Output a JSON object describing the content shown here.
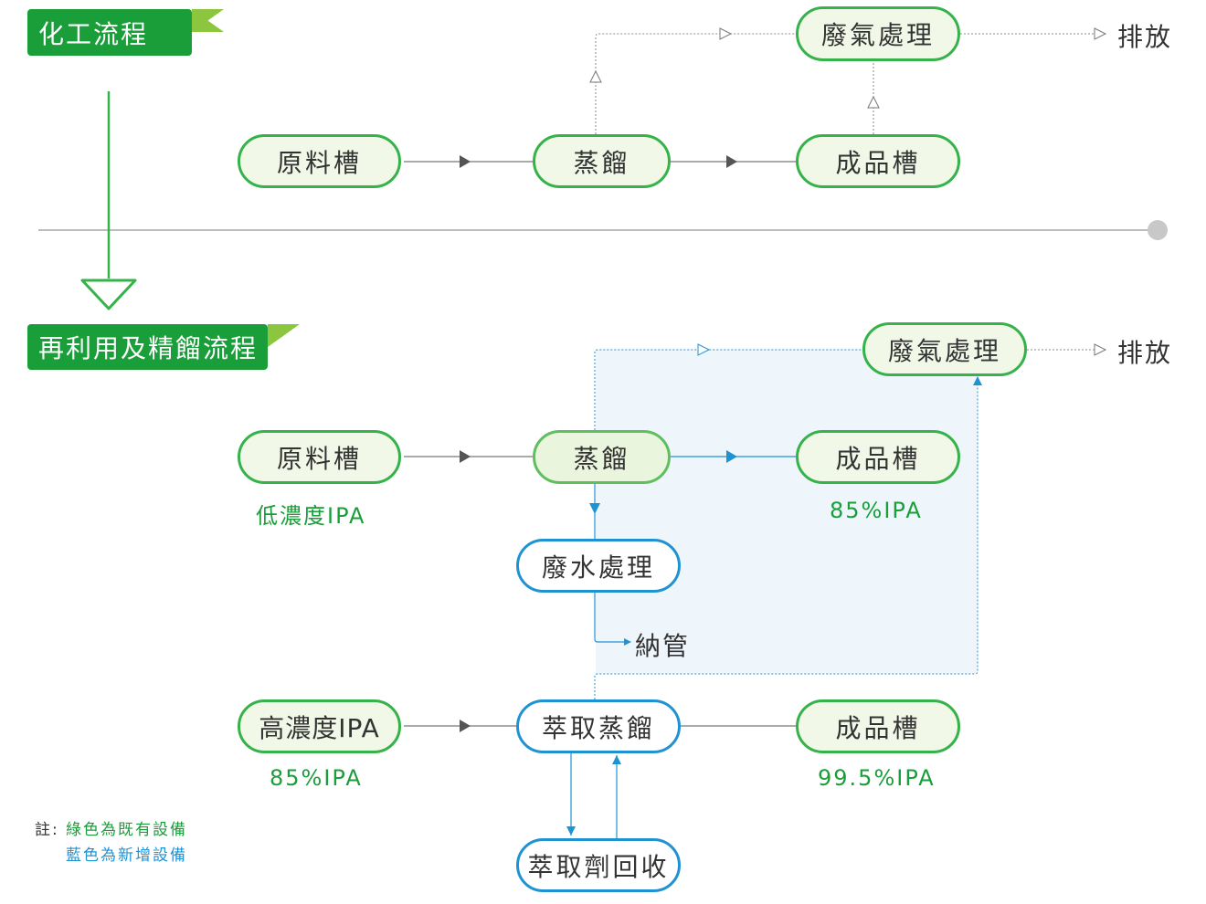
{
  "tags": {
    "process1": "化工流程",
    "process2": "再利用及精餾流程"
  },
  "top": {
    "raw_tank": "原料槽",
    "distill": "蒸餾",
    "product_tank": "成品槽",
    "exhaust": "廢氣處理",
    "discharge": "排放"
  },
  "bottom": {
    "raw_tank": "原料槽",
    "raw_tank_label": "低濃度IPA",
    "distill": "蒸餾",
    "product_tank": "成品槽",
    "product_tank_label": "85%IPA",
    "exhaust": "廢氣處理",
    "discharge": "排放",
    "wastewater": "廢水處理",
    "sewer": "納管",
    "high_conc": "高濃度IPA",
    "high_conc_label": "85%IPA",
    "extract_distill": "萃取蒸餾",
    "product_tank2": "成品槽",
    "product_tank2_label": "99.5%IPA",
    "solvent_recovery": "萃取劑回收"
  },
  "note": {
    "prefix": "註:",
    "green": "綠色為既有設備",
    "blue": "藍色為新增設備"
  },
  "colors": {
    "green": "#36b24a",
    "dark_green": "#1a9e3a",
    "blue": "#1f93d2",
    "gray_line": "#6d6d6d",
    "divider": "#bdbdbd"
  }
}
